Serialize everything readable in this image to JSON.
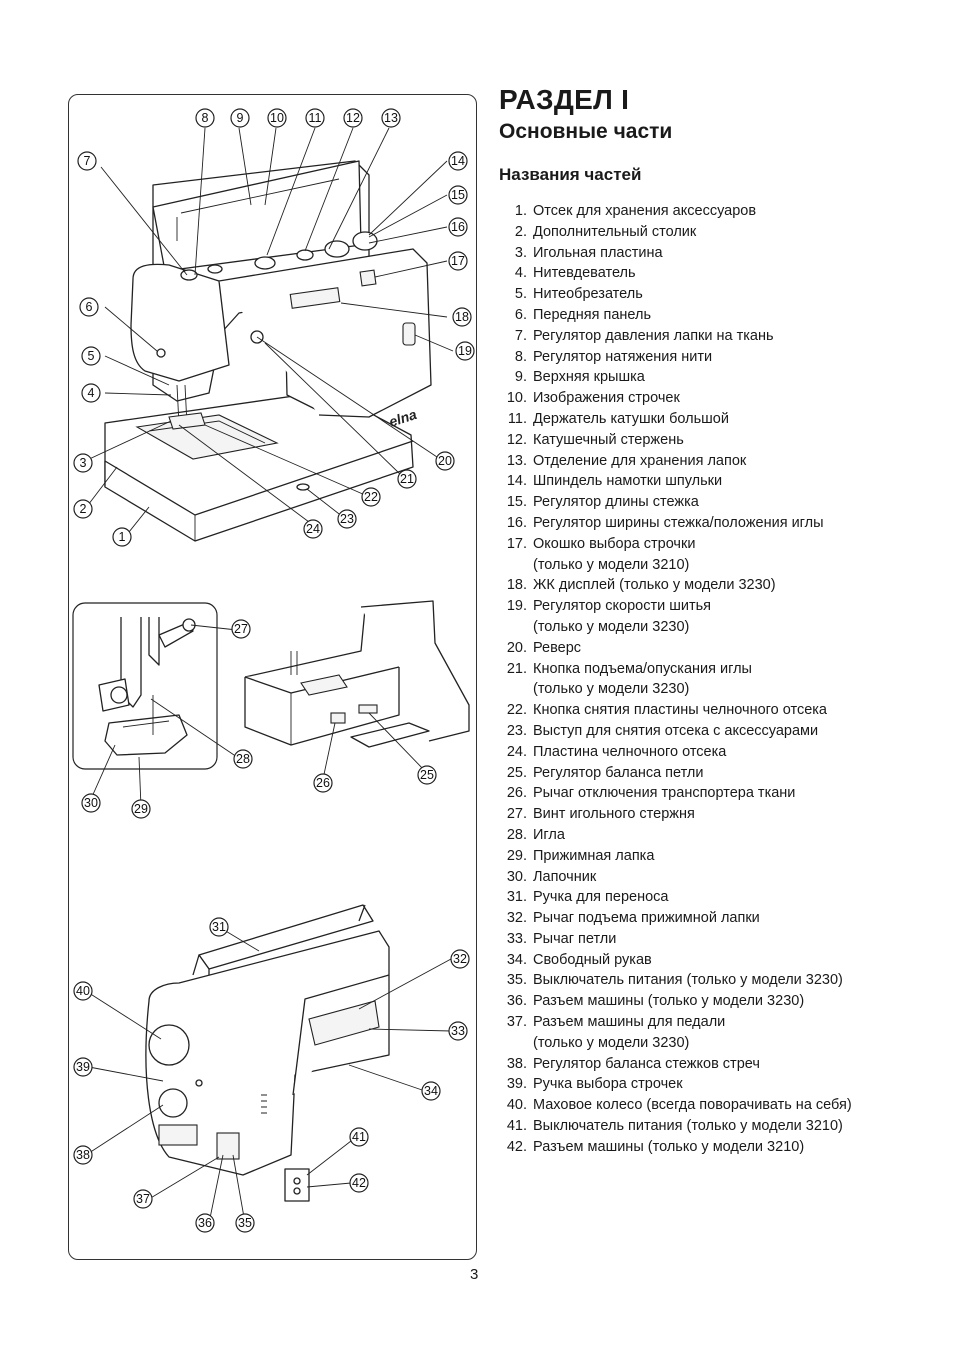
{
  "header": {
    "section_title": "РАЗДЕЛ I",
    "section_subtitle": "Основные части",
    "parts_heading": "Названия частей"
  },
  "figure": {
    "brand_label": "elna",
    "callouts": [
      "1",
      "2",
      "3",
      "4",
      "5",
      "6",
      "7",
      "8",
      "9",
      "10",
      "11",
      "12",
      "13",
      "14",
      "15",
      "16",
      "17",
      "18",
      "19",
      "20",
      "21",
      "22",
      "23",
      "24",
      "25",
      "26",
      "27",
      "28",
      "29",
      "30",
      "31",
      "32",
      "33",
      "34",
      "35",
      "36",
      "37",
      "38",
      "39",
      "40",
      "41",
      "42"
    ]
  },
  "parts": [
    {
      "num": "1.",
      "lines": [
        "Отсек для хранения аксессуаров"
      ]
    },
    {
      "num": "2.",
      "lines": [
        "Дополнительный столик"
      ]
    },
    {
      "num": "3.",
      "lines": [
        "Игольная пластина"
      ]
    },
    {
      "num": "4.",
      "lines": [
        "Нитевдеватель"
      ]
    },
    {
      "num": "5.",
      "lines": [
        "Нитеобрезатель"
      ]
    },
    {
      "num": "6.",
      "lines": [
        "Передняя панель"
      ]
    },
    {
      "num": "7.",
      "lines": [
        "Регулятор давления лапки на ткань"
      ]
    },
    {
      "num": "8.",
      "lines": [
        "Регулятор натяжения нити"
      ]
    },
    {
      "num": "9.",
      "lines": [
        "Верхняя крышка"
      ]
    },
    {
      "num": "10.",
      "lines": [
        "Изображения строчек"
      ]
    },
    {
      "num": "11.",
      "lines": [
        "Держатель катушки большой"
      ]
    },
    {
      "num": "12.",
      "lines": [
        "Катушечный стержень"
      ]
    },
    {
      "num": "13.",
      "lines": [
        "Отделение для хранения лапок"
      ]
    },
    {
      "num": "14.",
      "lines": [
        "Шпиндель намотки шпульки"
      ]
    },
    {
      "num": "15.",
      "lines": [
        "Регулятор длины стежка"
      ]
    },
    {
      "num": "16.",
      "lines": [
        "Регулятор ширины стежка/положения иглы"
      ]
    },
    {
      "num": "17.",
      "lines": [
        "Окошко выбора строчки",
        "(только у модели 3210)"
      ]
    },
    {
      "num": "18.",
      "lines": [
        "ЖК дисплей (только у модели 3230)"
      ]
    },
    {
      "num": "19.",
      "lines": [
        "Регулятор скорости шитья",
        "(только у модели 3230)"
      ]
    },
    {
      "num": "20.",
      "lines": [
        "Реверс"
      ]
    },
    {
      "num": "21.",
      "lines": [
        "Кнопка подъема/опускания иглы",
        "(только у модели 3230)"
      ]
    },
    {
      "num": "22.",
      "lines": [
        "Кнопка снятия пластины челночного отсека"
      ]
    },
    {
      "num": "23.",
      "lines": [
        "Выступ для снятия отсека с аксессуарами"
      ]
    },
    {
      "num": "24.",
      "lines": [
        "Пластина челночного отсека"
      ]
    },
    {
      "num": "25.",
      "lines": [
        "Регулятор баланса петли"
      ]
    },
    {
      "num": "26.",
      "lines": [
        "Рычаг отключения транспортера ткани"
      ]
    },
    {
      "num": "27.",
      "lines": [
        "Винт игольного стержня"
      ]
    },
    {
      "num": "28.",
      "lines": [
        "Игла"
      ]
    },
    {
      "num": "29.",
      "lines": [
        "Прижимная лапка"
      ]
    },
    {
      "num": "30.",
      "lines": [
        "Лапочник"
      ]
    },
    {
      "num": "31.",
      "lines": [
        "Ручка для переноса"
      ]
    },
    {
      "num": "32.",
      "lines": [
        "Рычаг подъема прижимной лапки"
      ]
    },
    {
      "num": "33.",
      "lines": [
        "Рычаг петли"
      ]
    },
    {
      "num": "34.",
      "lines": [
        "Свободный рукав"
      ]
    },
    {
      "num": "35.",
      "lines": [
        "Выключатель питания (только у модели 3230)"
      ]
    },
    {
      "num": "36.",
      "lines": [
        "Разъем машины (только у модели 3230)"
      ]
    },
    {
      "num": "37.",
      "lines": [
        "Разъем машины для педали",
        "(только у модели 3230)"
      ]
    },
    {
      "num": "38.",
      "lines": [
        "Регулятор баланса стежков стреч"
      ]
    },
    {
      "num": "39.",
      "lines": [
        "Ручка выбора строчек"
      ]
    },
    {
      "num": "40.",
      "lines": [
        "Маховое колесо (всегда поворачивать на себя)"
      ]
    },
    {
      "num": "41.",
      "lines": [
        "Выключатель питания (только у модели 3210)"
      ]
    },
    {
      "num": "42.",
      "lines": [
        "Разъем машины (только у модели 3210)"
      ]
    }
  ],
  "footer": {
    "page_number": "3"
  }
}
